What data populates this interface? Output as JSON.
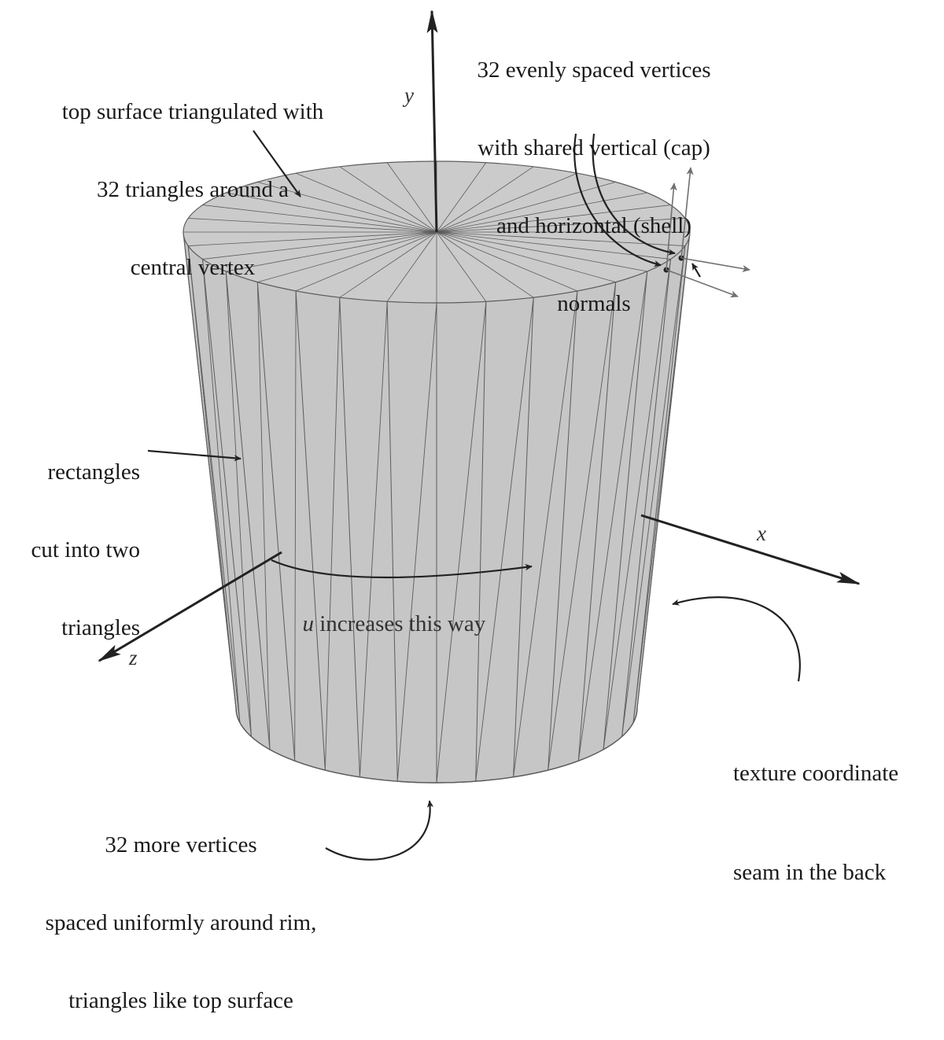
{
  "diagram": {
    "subject": "cylinder mesh",
    "segments": 32,
    "axes": {
      "x": "x",
      "y": "y",
      "z": "z"
    },
    "colors": {
      "fill": "#c6c6c6",
      "edge": "#5c5c5c",
      "arrow": "#222222",
      "normal_arrow": "#707070",
      "background": "#ffffff"
    },
    "annotations": {
      "top_surface": [
        "top surface triangulated with",
        "32 triangles around a",
        "central vertex"
      ],
      "vertices_top": [
        "32 evenly spaced vertices",
        "with shared vertical (cap)",
        "and horizontal (shell)",
        "normals"
      ],
      "rectangles": [
        "rectangles",
        "cut into two",
        "triangles"
      ],
      "u_direction": {
        "variable": "u",
        "text": " increases this way"
      },
      "seam": [
        "texture coordinate",
        "seam in the back"
      ],
      "bottom_vertices": [
        "32 more vertices",
        "spaced uniformly around rim,",
        "triangles like top surface"
      ]
    }
  }
}
